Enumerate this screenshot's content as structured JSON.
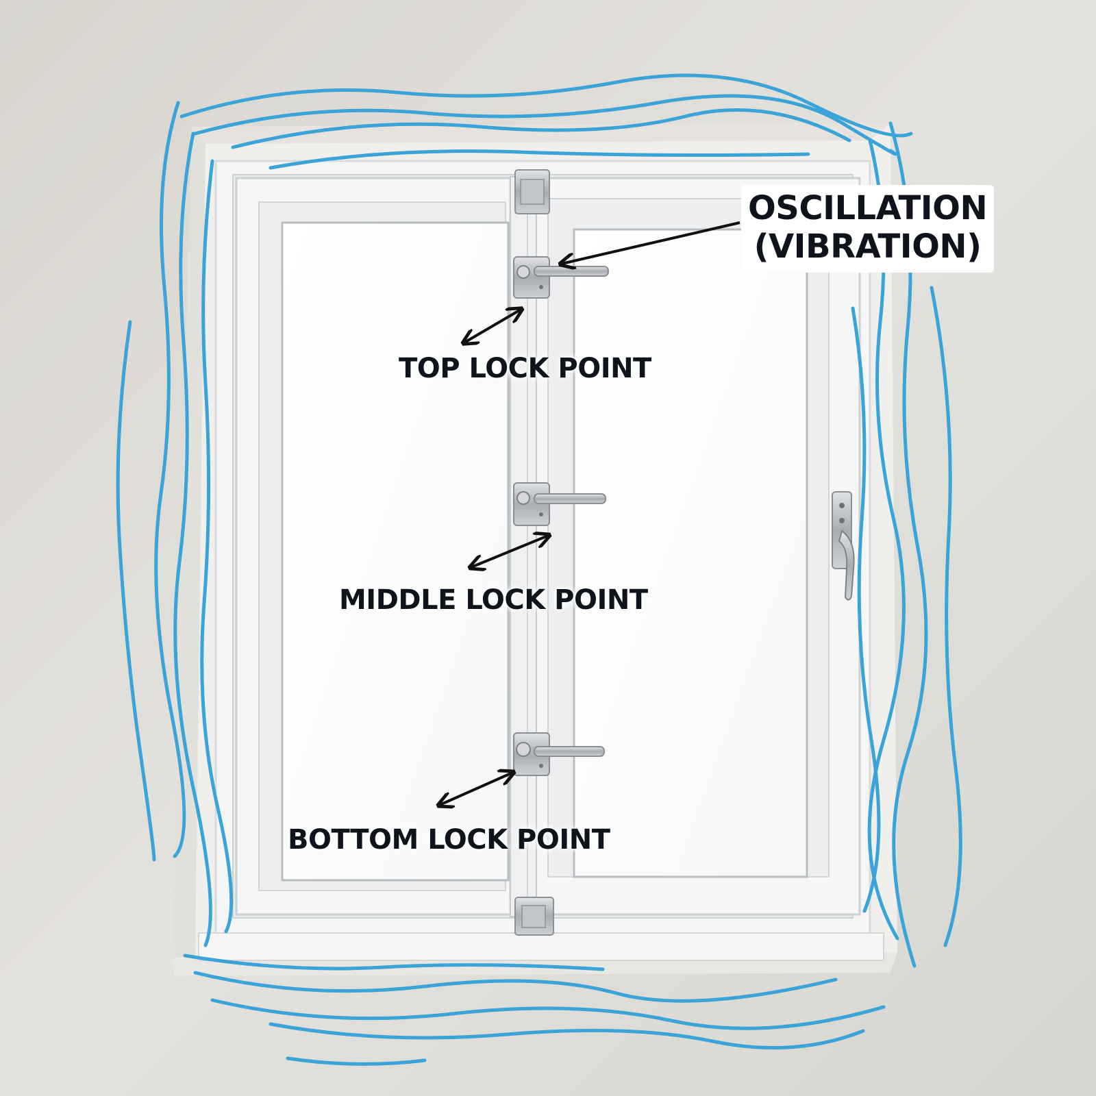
{
  "labels": {
    "oscillation_line1": "OSCILLATION",
    "oscillation_line2": "(VIBRATION)",
    "top_lock": "TOP LOCK POINT",
    "middle_lock": "MIDDLE LOCK POINT",
    "bottom_lock": "BOTTOM LOCK POINT"
  },
  "colors": {
    "wall": "#dcd9d3",
    "vibration_lines": "#3aa3d8",
    "frame": "#f3f4f4",
    "glass": "#ffffff",
    "hardware": "#b8bcc0",
    "label_text": "#0f141c"
  },
  "icons": [
    "double-arrow-icon",
    "arrow-icon",
    "lock-latch-icon",
    "hinge-icon",
    "window-handle-icon"
  ]
}
